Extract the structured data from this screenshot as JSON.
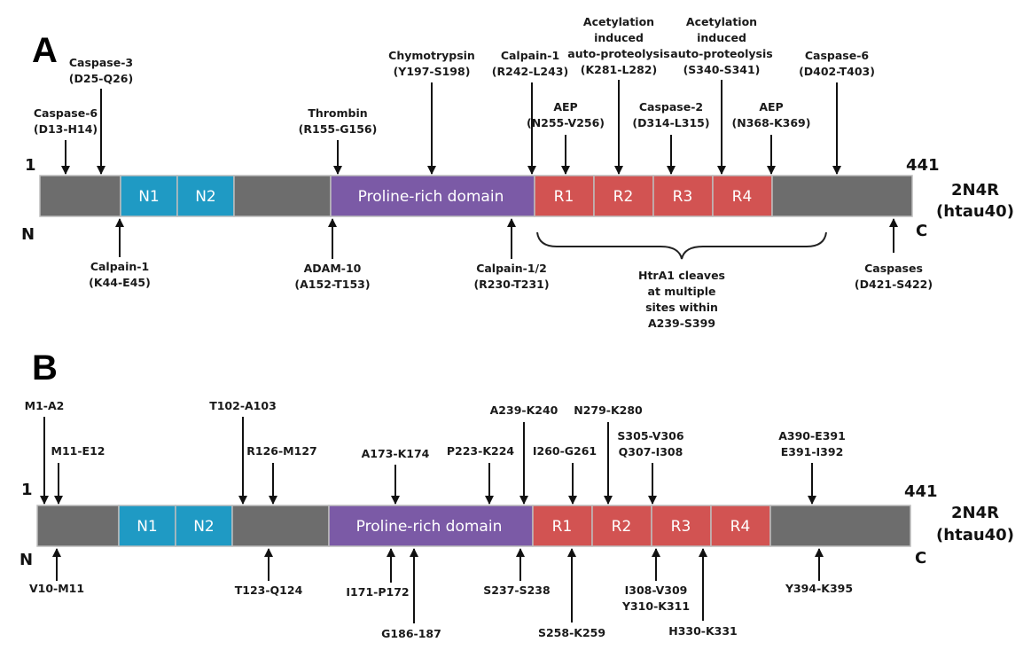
{
  "colors": {
    "terminal": "#6d6d6d",
    "n_insert": "#1f9ac4",
    "proline": "#7b5aa6",
    "repeat": "#d25352",
    "arrow": "#111111"
  },
  "panels": [
    {
      "letter": "A",
      "start_label": "1",
      "end_label": "441",
      "n_label": "N",
      "c_label": "C",
      "isoform_line1": "2N4R",
      "isoform_line2": "(htau40)",
      "domains": [
        {
          "key": "nterm",
          "label": "",
          "color_key": "terminal"
        },
        {
          "key": "n1",
          "label": "N1",
          "color_key": "n_insert"
        },
        {
          "key": "n2",
          "label": "N2",
          "color_key": "n_insert"
        },
        {
          "key": "gap",
          "label": "",
          "color_key": "terminal"
        },
        {
          "key": "prd",
          "label": "Proline-rich domain",
          "color_key": "proline"
        },
        {
          "key": "r1",
          "label": "R1",
          "color_key": "repeat"
        },
        {
          "key": "r2",
          "label": "R2",
          "color_key": "repeat"
        },
        {
          "key": "r3",
          "label": "R3",
          "color_key": "repeat"
        },
        {
          "key": "r4",
          "label": "R4",
          "color_key": "repeat"
        },
        {
          "key": "cterm",
          "label": "",
          "color_key": "terminal"
        }
      ],
      "top_sites": [
        {
          "name": "Caspase-6",
          "site": "(D13-H14)"
        },
        {
          "name": "Caspase-3",
          "site": "(D25-Q26)"
        },
        {
          "name": "Thrombin",
          "site": "(R155-G156)"
        },
        {
          "name": "Chymotrypsin",
          "site": "(Y197-S198)"
        },
        {
          "name": "Calpain-1",
          "site": "(R242-L243)"
        },
        {
          "name": "AEP",
          "site": "(N255-V256)"
        },
        {
          "name": "Acetylation",
          "name2": "induced",
          "name3": "auto-proteolysis",
          "site": "(K281-L282)"
        },
        {
          "name": "Caspase-2",
          "site": "(D314-L315)"
        },
        {
          "name": "Acetylation",
          "name2": "induced",
          "name3": "auto-proteolysis",
          "site": "(S340-S341)"
        },
        {
          "name": "AEP",
          "site": "(N368-K369)"
        },
        {
          "name": "Caspase-6",
          "site": "(D402-T403)"
        }
      ],
      "bottom_sites": [
        {
          "name": "Calpain-1",
          "site": "(K44-E45)"
        },
        {
          "name": "ADAM-10",
          "site": "(A152-T153)"
        },
        {
          "name": "Calpain-1/2",
          "site": "(R230-T231)"
        },
        {
          "name": "Caspases",
          "site": "(D421-S422)"
        }
      ],
      "htra1_lines": [
        "HtrA1 cleaves",
        "at multiple",
        "sites within",
        "A239-S399"
      ]
    },
    {
      "letter": "B",
      "start_label": "1",
      "end_label": "441",
      "n_label": "N",
      "c_label": "C",
      "isoform_line1": "2N4R",
      "isoform_line2": "(htau40)",
      "domains": [
        {
          "key": "nterm",
          "label": "",
          "color_key": "terminal"
        },
        {
          "key": "n1",
          "label": "N1",
          "color_key": "n_insert"
        },
        {
          "key": "n2",
          "label": "N2",
          "color_key": "n_insert"
        },
        {
          "key": "gap",
          "label": "",
          "color_key": "terminal"
        },
        {
          "key": "prd",
          "label": "Proline-rich domain",
          "color_key": "proline"
        },
        {
          "key": "r1",
          "label": "R1",
          "color_key": "repeat"
        },
        {
          "key": "r2",
          "label": "R2",
          "color_key": "repeat"
        },
        {
          "key": "r3",
          "label": "R3",
          "color_key": "repeat"
        },
        {
          "key": "r4",
          "label": "R4",
          "color_key": "repeat"
        },
        {
          "key": "cterm",
          "label": "",
          "color_key": "terminal"
        }
      ],
      "top_sites": [
        {
          "lines": [
            "M1-A2"
          ]
        },
        {
          "lines": [
            "M11-E12"
          ]
        },
        {
          "lines": [
            "T102-A103"
          ]
        },
        {
          "lines": [
            "R126-M127"
          ]
        },
        {
          "lines": [
            "A173-K174"
          ]
        },
        {
          "lines": [
            "P223-K224"
          ]
        },
        {
          "lines": [
            "A239-K240"
          ]
        },
        {
          "lines": [
            "I260-G261"
          ]
        },
        {
          "lines": [
            "N279-K280"
          ]
        },
        {
          "lines": [
            "S305-V306",
            "Q307-I308"
          ]
        },
        {
          "lines": [
            "A390-E391",
            "E391-I392"
          ]
        }
      ],
      "bottom_sites": [
        {
          "lines": [
            "V10-M11"
          ]
        },
        {
          "lines": [
            "T123-Q124"
          ]
        },
        {
          "lines": [
            "I171-P172"
          ]
        },
        {
          "lines": [
            "G186-187"
          ]
        },
        {
          "lines": [
            "S237-S238"
          ]
        },
        {
          "lines": [
            "S258-K259"
          ]
        },
        {
          "lines": [
            "I308-V309",
            "Y310-K311"
          ]
        },
        {
          "lines": [
            "H330-K331"
          ]
        },
        {
          "lines": [
            "Y394-K395"
          ]
        }
      ]
    }
  ]
}
